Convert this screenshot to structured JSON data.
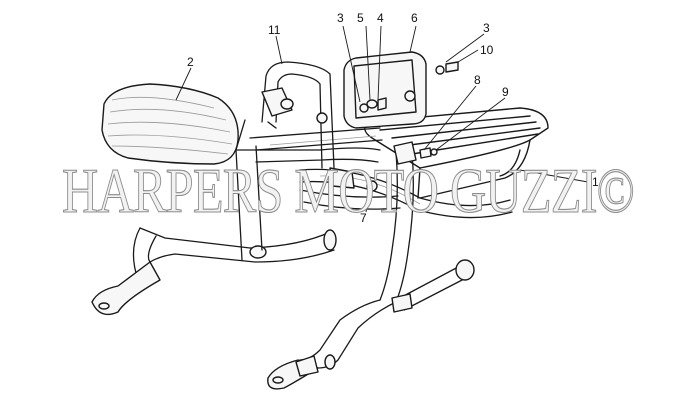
{
  "callouts": [
    {
      "id": "c1",
      "label": "1"
    },
    {
      "id": "c2",
      "label": "2"
    },
    {
      "id": "c3a",
      "label": "3"
    },
    {
      "id": "c3b",
      "label": "3"
    },
    {
      "id": "c4",
      "label": "4"
    },
    {
      "id": "c5",
      "label": "5"
    },
    {
      "id": "c6",
      "label": "6"
    },
    {
      "id": "c7",
      "label": "7"
    },
    {
      "id": "c8",
      "label": "8"
    },
    {
      "id": "c9",
      "label": "9"
    },
    {
      "id": "c10",
      "label": "10"
    },
    {
      "id": "c11",
      "label": "11"
    }
  ],
  "watermark": {
    "text": "HARPERS MOTO GUZZI©"
  },
  "colors": {
    "line": "#1a1a1a",
    "watermark_outline": "#8c8c8c",
    "background": "#ffffff"
  }
}
